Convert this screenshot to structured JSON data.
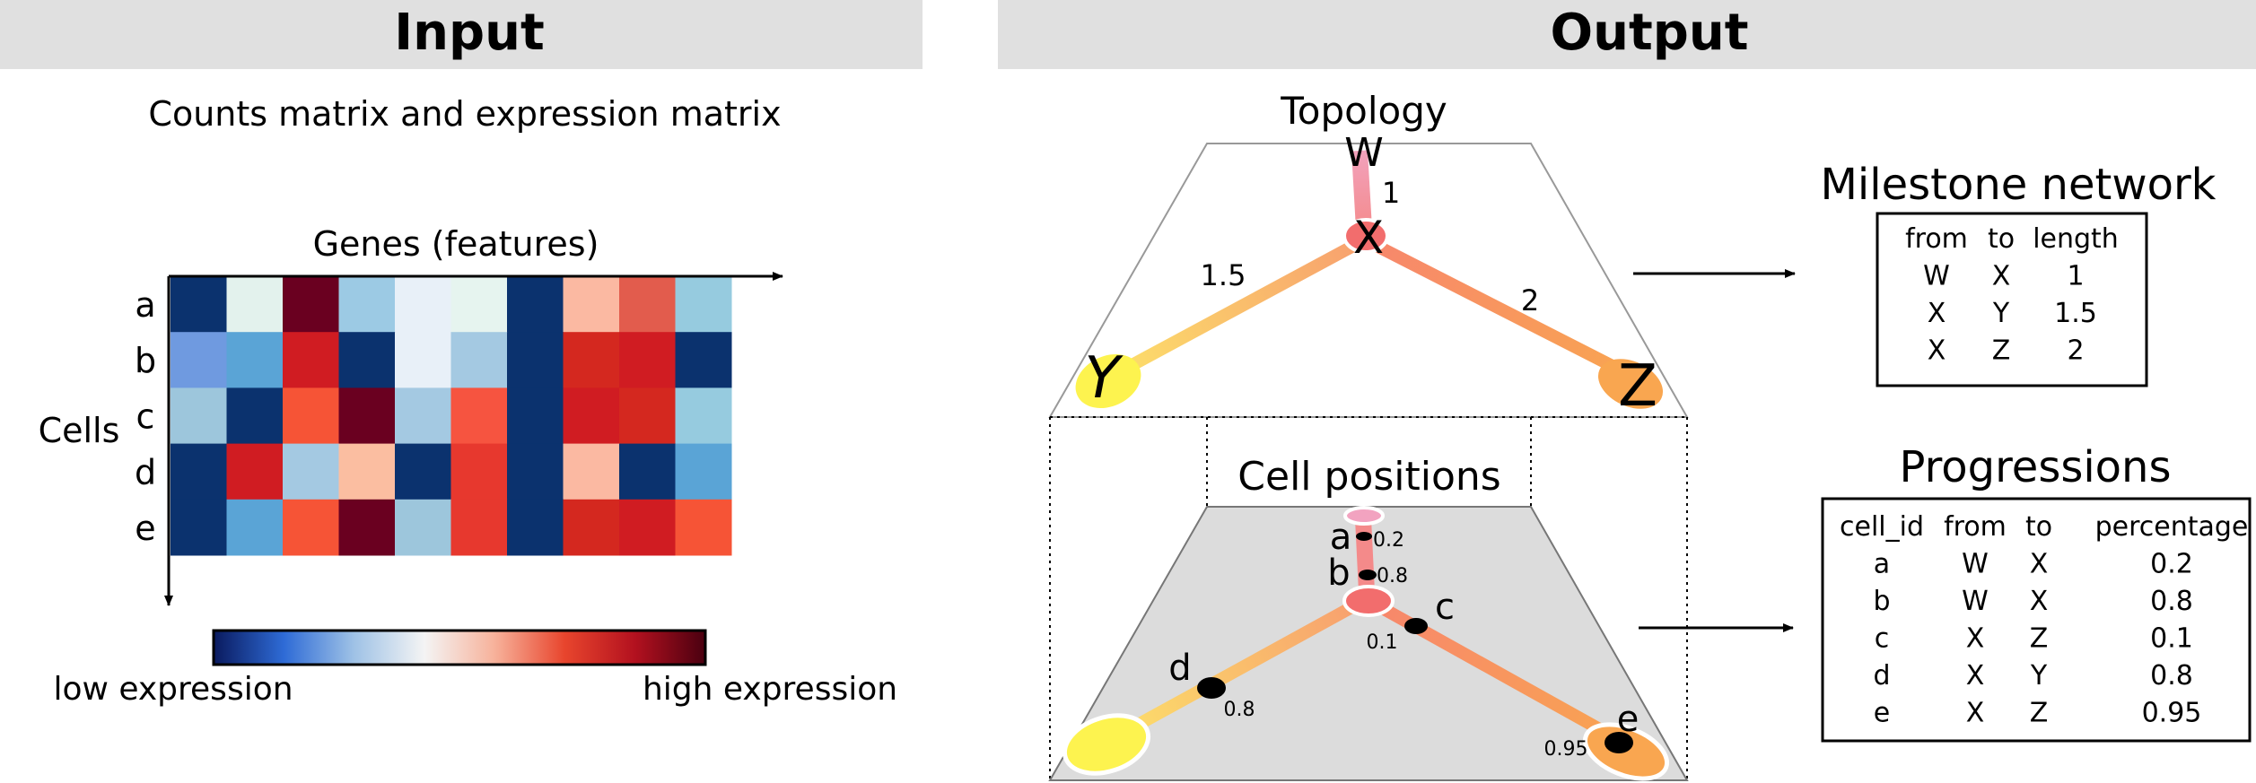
{
  "input": {
    "header": "Input",
    "subtitle": "Counts matrix and expression matrix",
    "genes_label": "Genes (features)",
    "cells_label": "Cells",
    "row_labels": [
      "a",
      "b",
      "c",
      "d",
      "e"
    ],
    "heatmap": [
      [
        "#0b326e",
        "#e3f2ed",
        "#6a0020",
        "#9ccae4",
        "#e8f0f8",
        "#e6f4ef",
        "#0b326e",
        "#fbb9a2",
        "#e25c4d",
        "#96cbdf"
      ],
      [
        "#6f9ae0",
        "#5aa4d6",
        "#d01c22",
        "#0b326e",
        "#e8f0f8",
        "#a4c9e2",
        "#0b326e",
        "#d4281f",
        "#d01c22",
        "#0b326e"
      ],
      [
        "#9dc6dc",
        "#0b326e",
        "#f65436",
        "#6a0020",
        "#a4c9e2",
        "#f65440",
        "#0b326e",
        "#d01c22",
        "#d4281f",
        "#96cbdf"
      ],
      [
        "#0b326e",
        "#d01c22",
        "#a4c9e2",
        "#fbbea1",
        "#0b326e",
        "#e7382e",
        "#0b326e",
        "#fbb9a2",
        "#0b326e",
        "#5aa4d6"
      ],
      [
        "#0b326e",
        "#5aa4d6",
        "#f65436",
        "#6a0020",
        "#9dc6dc",
        "#e7382e",
        "#0b326e",
        "#d4281f",
        "#d01c22",
        "#f65436"
      ]
    ],
    "colorbar": {
      "low_label": "low expression",
      "high_label": "high expression",
      "stops": [
        "#0a1a5e",
        "#2e6bd6",
        "#9fc2e6",
        "#f4f4f4",
        "#f7b29b",
        "#e8452d",
        "#b3111f",
        "#4a0010"
      ]
    }
  },
  "output": {
    "header": "Output",
    "topology": {
      "title": "Topology",
      "milestones": {
        "W": "W",
        "X": "X",
        "Y": "Y",
        "Z": "Z"
      },
      "edge_lengths": {
        "WX": "1",
        "XY": "1.5",
        "XZ": "2"
      }
    },
    "cell_positions": {
      "title": "Cell positions",
      "cells": [
        {
          "id": "a",
          "value": "0.2"
        },
        {
          "id": "b",
          "value": "0.8"
        },
        {
          "id": "c",
          "value": "0.1"
        },
        {
          "id": "d",
          "value": "0.8"
        },
        {
          "id": "e",
          "value": "0.95"
        }
      ]
    },
    "milestone_network": {
      "title": "Milestone network",
      "columns": [
        "from",
        "to",
        "length"
      ],
      "rows": [
        [
          "W",
          "X",
          "1"
        ],
        [
          "X",
          "Y",
          "1.5"
        ],
        [
          "X",
          "Z",
          "2"
        ]
      ]
    },
    "progressions": {
      "title": "Progressions",
      "columns": [
        "cell_id",
        "from",
        "to",
        "percentage"
      ],
      "rows": [
        [
          "a",
          "W",
          "X",
          "0.2"
        ],
        [
          "b",
          "W",
          "X",
          "0.8"
        ],
        [
          "c",
          "X",
          "Z",
          "0.1"
        ],
        [
          "d",
          "X",
          "Y",
          "0.8"
        ],
        [
          "e",
          "X",
          "Z",
          "0.95"
        ]
      ]
    }
  },
  "colors": {
    "header_band": "#e0e0e0",
    "edge_pink": "#f2a3c0",
    "edge_orange": "#f79f6e",
    "edge_yellow": "#fde36a",
    "node_x": "#f26d6d",
    "node_y": "#fdf34f",
    "node_z": "#f9a650",
    "plane_fill": "#dcdcdc"
  }
}
